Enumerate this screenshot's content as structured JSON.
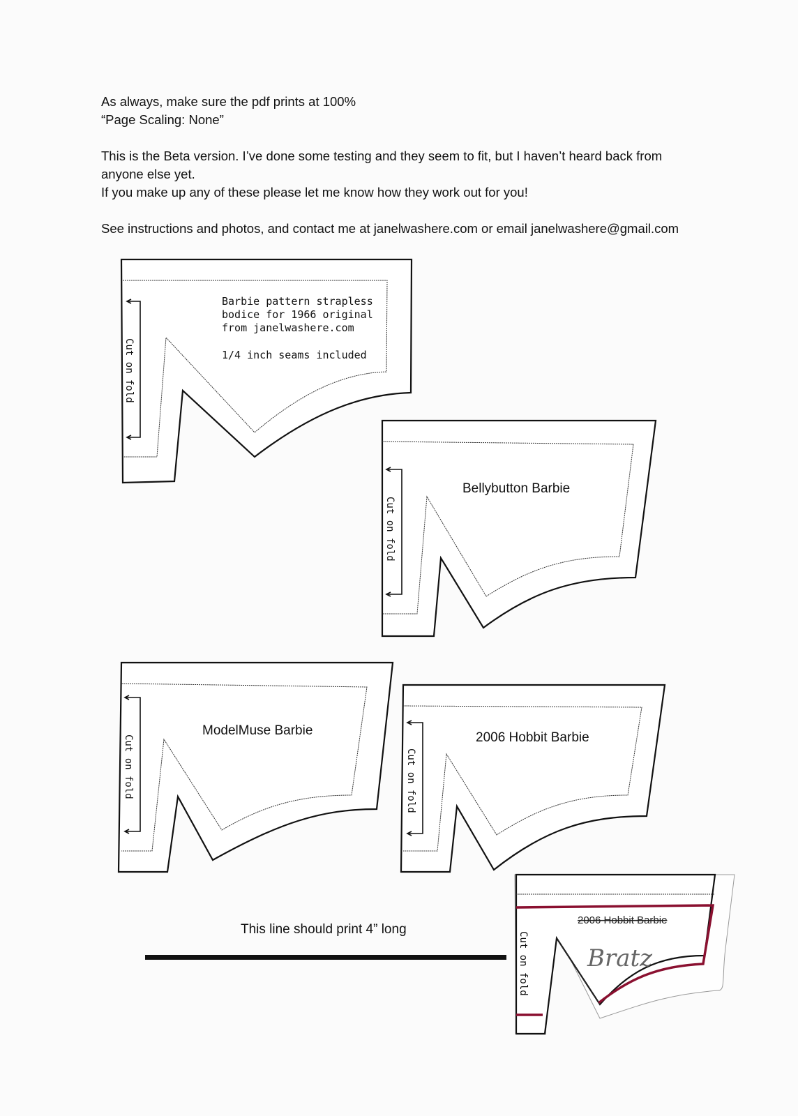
{
  "instructions": {
    "line1": "As always, make sure the pdf prints at 100%",
    "line2": "“Page Scaling:  None”",
    "line3": "This is the Beta version.  I’ve done some testing and they seem to fit, but I haven’t heard back from",
    "line4": "anyone else yet.",
    "line5": "If you make up any of these please let me know how they work out for you!",
    "line6": "See  instructions and photos, and contact me at janelwashere.com or email janelwashere@gmail.com"
  },
  "patterns": {
    "original": {
      "label1": "Barbie pattern strapless",
      "label2": "bodice for 1966 original",
      "label3": "from janelwashere.com",
      "label4": "1/4 inch seams included",
      "fold": "Cut on fold"
    },
    "bellybutton": {
      "label": "Bellybutton Barbie",
      "fold": "Cut on fold"
    },
    "modelmuse": {
      "label": "ModelMuse Barbie",
      "fold": "Cut on fold"
    },
    "hobbit": {
      "label": "2006 Hobbit Barbie",
      "fold": "Cut on fold"
    },
    "bratz": {
      "printed_label": "2006 Hobbit Barbie",
      "handwritten": "Bratz",
      "fold": "Cut on fold",
      "trace_color": "#8a1030"
    }
  },
  "scale": {
    "caption": "This line should print 4” long"
  }
}
